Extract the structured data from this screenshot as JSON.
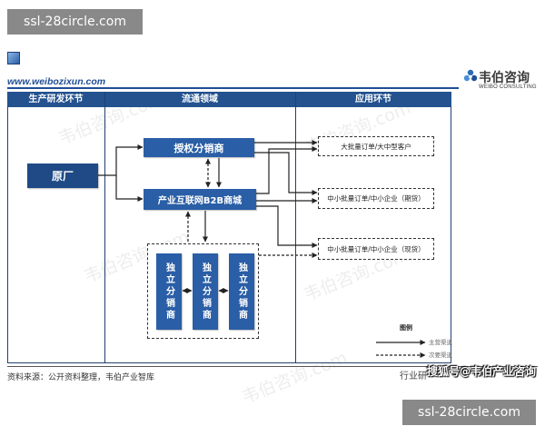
{
  "watermarks": {
    "site_tag_top": "ssl-28circle.com",
    "site_tag_bottom": "ssl-28circle.com",
    "diagonal": "韦伯咨询.com",
    "sohu": "搜狐号@韦伯产业咨询"
  },
  "header": {
    "corner_icon": "blue-square-icon",
    "site_url": "www.weibozixun.com",
    "logo_icon": "weibo-logo-mark-icon",
    "logo_name": "韦伯咨询",
    "logo_tagline": "WEIBO CONSULTING"
  },
  "diagram": {
    "columns": [
      "生产研发环节",
      "流通领域",
      "应用环节"
    ],
    "nodes": {
      "oem": "原厂",
      "authorized_distributor": "授权分销商",
      "b2b_mall": "产业互联网B2B商城",
      "independent_distributors": [
        "独立分销商",
        "独立分销商",
        "独立分销商"
      ],
      "large_orders": "大批量订单/大中型客户",
      "small_orders_futures": "中小批量订单/中小企业（期货）",
      "small_orders_spot": "中小批量订单/中小企业（现货）"
    },
    "legend": {
      "title": "图例",
      "primary": "主营渠道",
      "secondary": "次要渠道"
    }
  },
  "footer": {
    "source": "资料来源：公开资料整理，韦伯产业智库",
    "partial_label": "行业研"
  },
  "colors": {
    "brand": "#1f4e96",
    "header_band": "#23528f",
    "node_fill": "#2a5ea6",
    "oem_fill": "#1f4a85"
  }
}
